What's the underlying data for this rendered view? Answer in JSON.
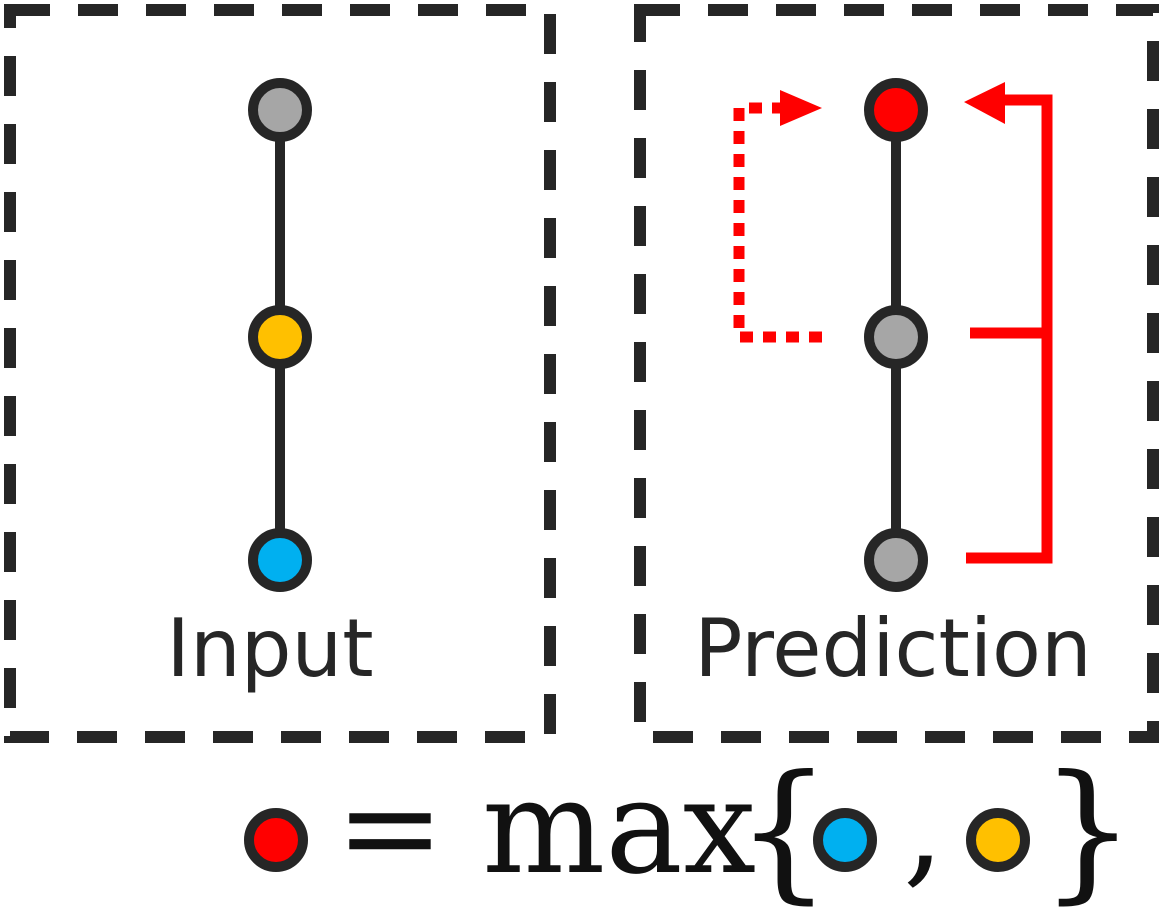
{
  "colors": {
    "background": "#ffffff",
    "frame": "#262626",
    "edge": "#262626",
    "node_outline": "#262626",
    "node_gray": "#a6a6a6",
    "node_yellow": "#ffc000",
    "node_blue": "#00b0f0",
    "node_red": "#ff0000",
    "arrow": "#ff0000"
  },
  "panels": {
    "input": {
      "label": "Input",
      "nodes": [
        {
          "role": "top",
          "color": "gray"
        },
        {
          "role": "middle",
          "color": "yellow"
        },
        {
          "role": "bottom",
          "color": "blue"
        }
      ]
    },
    "prediction": {
      "label": "Prediction",
      "nodes": [
        {
          "role": "top",
          "color": "red"
        },
        {
          "role": "middle",
          "color": "gray"
        },
        {
          "role": "bottom",
          "color": "gray"
        }
      ],
      "arrows": [
        {
          "style": "dotted",
          "from": "middle",
          "to": "top",
          "side": "left"
        },
        {
          "style": "solid",
          "from": [
            "middle",
            "bottom"
          ],
          "to": "top",
          "side": "right"
        }
      ]
    }
  },
  "formula": {
    "lhs_node": "red",
    "equals": "=",
    "operator": "max",
    "open_brace": "{",
    "separator": ",",
    "close_brace": "}",
    "args": [
      "blue",
      "yellow"
    ]
  }
}
